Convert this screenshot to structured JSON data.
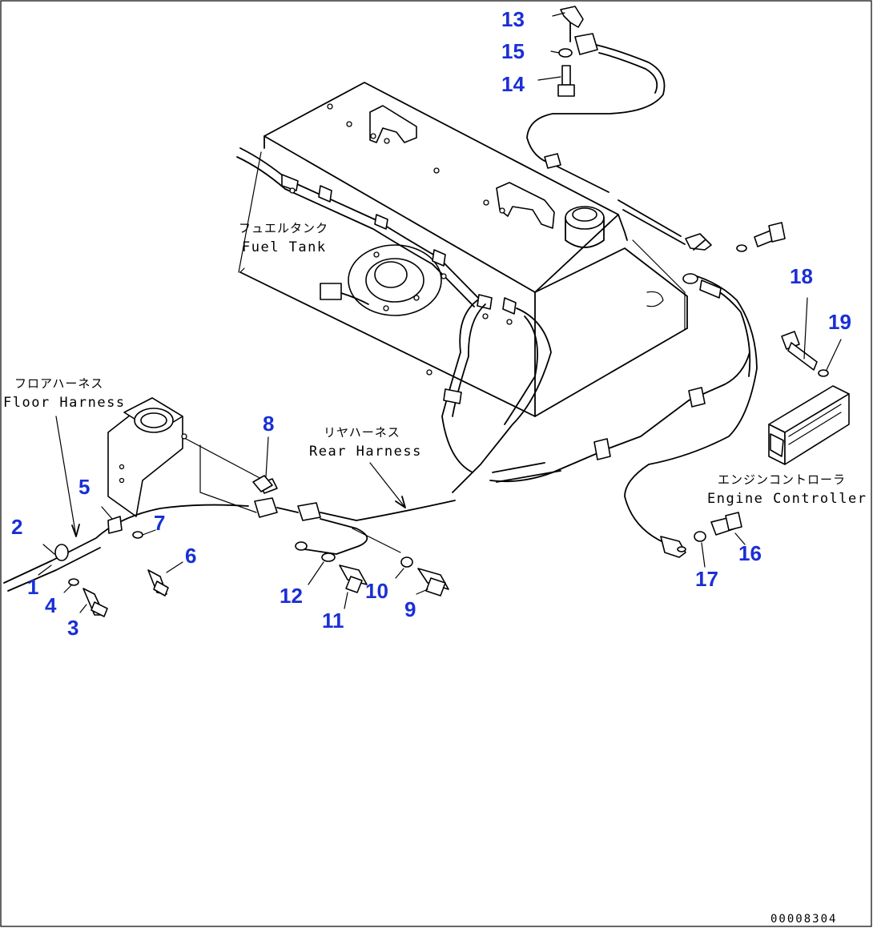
{
  "labels": {
    "fuel_tank_jp": "フュエルタンク",
    "fuel_tank_en": "Fuel Tank",
    "floor_harness_jp": "フロアハーネス",
    "floor_harness_en": "Floor Harness",
    "rear_harness_jp": "リヤハーネス",
    "rear_harness_en": "Rear Harness",
    "engine_controller_jp": "エンジンコントローラ",
    "engine_controller_en": "Engine Controller"
  },
  "callouts": {
    "c1": "1",
    "c2": "2",
    "c3": "3",
    "c4": "4",
    "c5": "5",
    "c6": "6",
    "c7": "7",
    "c8": "8",
    "c9": "9",
    "c10": "10",
    "c11": "11",
    "c12": "12",
    "c13": "13",
    "c14": "14",
    "c15": "15",
    "c16": "16",
    "c17": "17",
    "c18": "18",
    "c19": "19"
  },
  "drawing_number": "00008304",
  "colors": {
    "callout": "#1a2fd6",
    "line": "#000000",
    "background": "#ffffff"
  }
}
